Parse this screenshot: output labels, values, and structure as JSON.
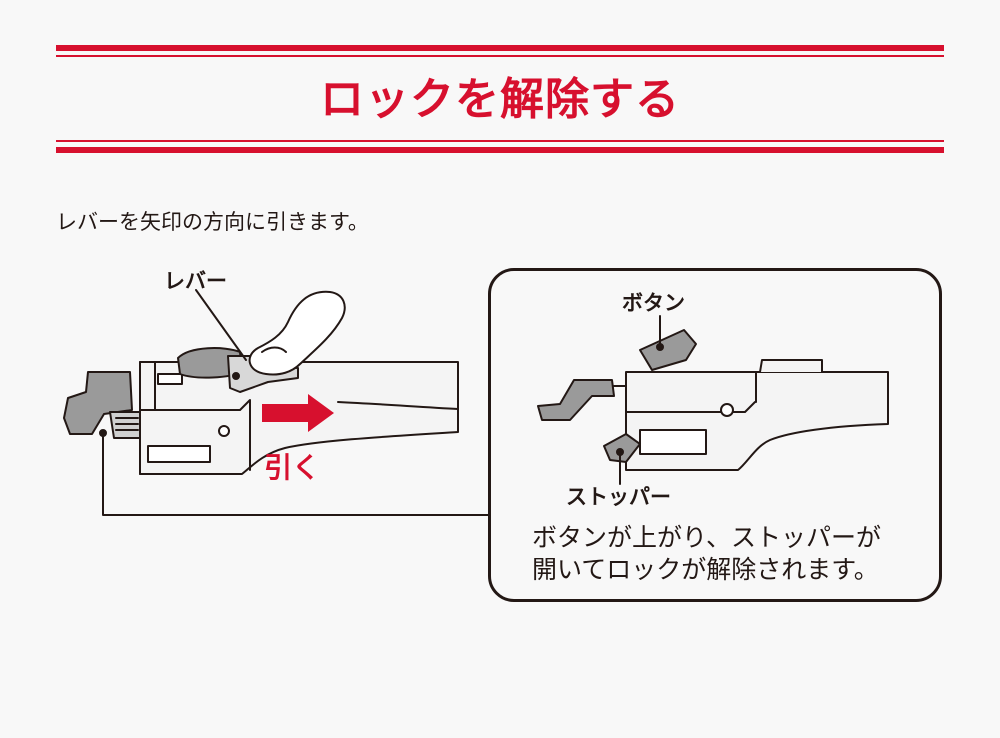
{
  "heading": {
    "title": "ロックを解除する"
  },
  "instruction": "レバーを矢印の方向に引きます。",
  "main_figure": {
    "lever_label": "レバー",
    "pull_label": "引く"
  },
  "inset": {
    "button_label": "ボタン",
    "stopper_label": "ストッパー",
    "caption_line1": "ボタンが上がり、ストッパーが",
    "caption_line2": "開いてロックが解除されます。"
  },
  "colors": {
    "accent": "#d7102e",
    "ink": "#231815",
    "part_fill": "#f4f4f4",
    "part_shade": "#9a9a9a",
    "background": "#f8f8f8"
  }
}
